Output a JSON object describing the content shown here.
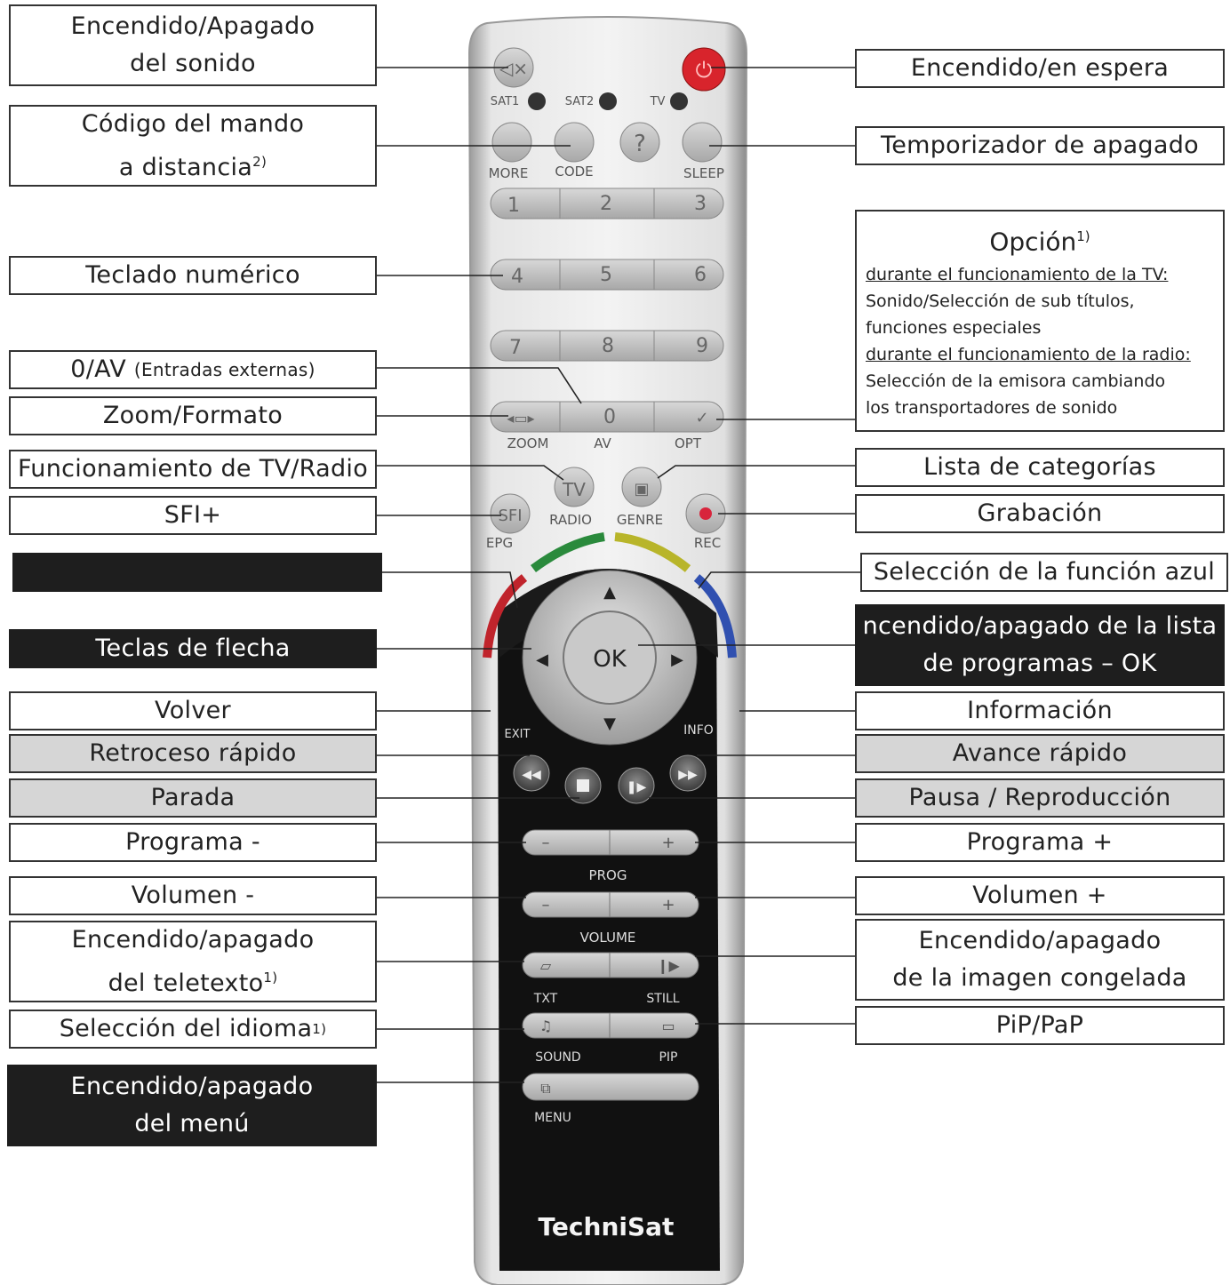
{
  "left_labels": {
    "mute": [
      "Encendido/Apagado",
      "del sonido"
    ],
    "code": [
      "Código del mando",
      "a distancia"
    ],
    "code_sup": "2)",
    "numpad": "Teclado numérico",
    "av_main": "0/AV",
    "av_sub": "(Entradas externas)",
    "zoom": "Zoom/Formato",
    "tvradio": "Funcionamiento de TV/Radio",
    "sfi": "SFI+",
    "arrows": "Teclas de flecha",
    "back": "Volver",
    "rewind": "Retroceso rápido",
    "stop": "Parada",
    "prog_minus": "Programa -",
    "vol_minus": "Volumen -",
    "teletext": [
      "Encendido/apagado",
      "del teletexto"
    ],
    "teletext_sup": "1)",
    "language": "Selección del idioma",
    "language_sup": "1)",
    "menu": [
      "Encendido/apagado",
      "del menú"
    ]
  },
  "right_labels": {
    "standby": "Encendido/en espera",
    "sleep": "Temporizador de apagado",
    "option_title": "Opción",
    "option_sup": "1)",
    "option_tv_head": "durante el funcionamiento de la TV:",
    "option_tv_text": [
      "Sonido/Selección de sub títulos,",
      "funciones especiales"
    ],
    "option_radio_head": "durante el funcionamiento de la radio:",
    "option_radio_text": [
      "Selección de la emisora cambiando",
      "los transportadores de sonido"
    ],
    "genre": "Lista de categorías",
    "rec": "Grabación",
    "blue": "Selección de la función azul",
    "ok": [
      "ncendido/apagado de la lista",
      "de programas – OK"
    ],
    "info": "Información",
    "ff": "Avance rápido",
    "pause": "Pausa / Reproducción",
    "prog_plus": "Programa +",
    "vol_plus": "Volumen +",
    "still": [
      "Encendido/apagado",
      "de la imagen congelada"
    ],
    "pip": "PiP/PaP"
  },
  "remote": {
    "sat1": "SAT1",
    "sat2": "SAT2",
    "tv": "TV",
    "more": "MORE",
    "code": "CODE",
    "help": "?",
    "sleep": "SLEEP",
    "digits": [
      "1",
      "2",
      "3",
      "4",
      "5",
      "6",
      "7",
      "8",
      "9",
      "0"
    ],
    "zoom": "ZOOM",
    "av": "AV",
    "opt": "OPT",
    "tv_btn": "TV",
    "radio": "RADIO",
    "genre": "GENRE",
    "sfi": "SFI",
    "epg": "EPG",
    "rec": "REC",
    "ok": "OK",
    "exit": "EXIT",
    "info": "INFO",
    "minus": "–",
    "plus": "+",
    "prog": "PROG",
    "volume": "VOLUME",
    "txt": "TXT",
    "still": "STILL",
    "sound": "SOUND",
    "pip": "PIP",
    "menu": "MENU",
    "brand": "TechniSat"
  },
  "colors": {
    "red": "#c0242c",
    "green": "#2a8a3c",
    "yellow": "#b8b52a",
    "blue": "#3050b0"
  }
}
